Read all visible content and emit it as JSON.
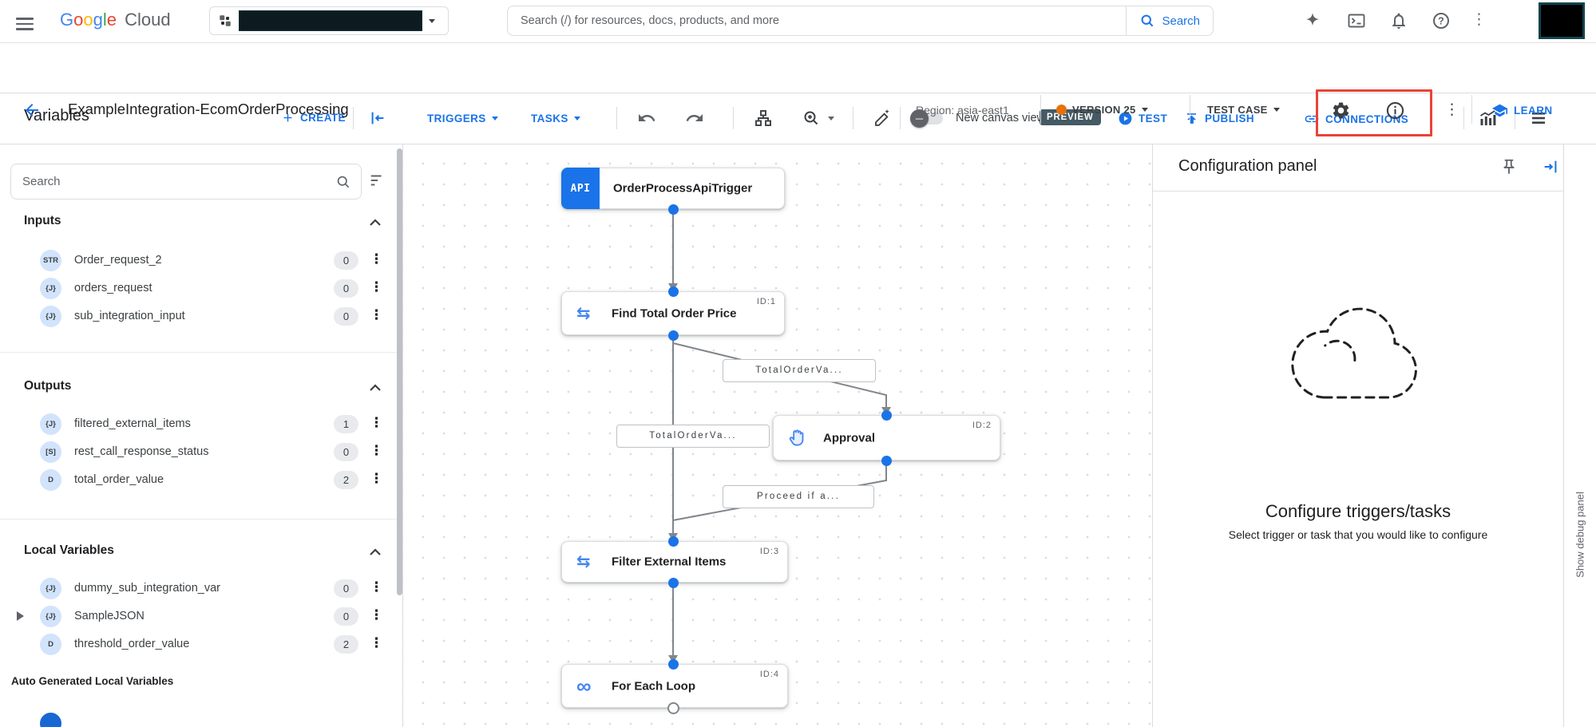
{
  "colors": {
    "primary_blue": "#1a73e8",
    "highlight_red": "#ea4335",
    "version_dot_orange": "#e8710a",
    "preview_badge_bg": "#455a64",
    "node_icon_blue": "#4285f4"
  },
  "app_bar": {
    "logo_google": "Google",
    "logo_cloud": "Cloud",
    "search_placeholder": "Search (/) for resources, docs, products, and more",
    "search_button_label": "Search"
  },
  "header": {
    "title": "ExampleIntegration-EcomOrderProcessing",
    "region_label": "Region: asia-east1",
    "version_label": "VERSION 25",
    "test_case_label": "TEST CASE",
    "learn_label": "LEARN"
  },
  "toolbar": {
    "variables_title": "Variables",
    "create_label": "CREATE",
    "triggers_label": "TRIGGERS",
    "tasks_label": "TASKS",
    "new_canvas_label": "New canvas view",
    "preview_badge": "PREVIEW",
    "test_label": "TEST",
    "publish_label": "PUBLISH",
    "connections_label": "CONNECTIONS"
  },
  "sidebar": {
    "search_placeholder": "Search",
    "sections": [
      {
        "title": "Inputs",
        "items": [
          {
            "badge": "STR",
            "name": "Order_request_2",
            "count": "0"
          },
          {
            "badge": "{J}",
            "name": "orders_request",
            "count": "0"
          },
          {
            "badge": "{J}",
            "name": "sub_integration_input",
            "count": "0"
          }
        ]
      },
      {
        "title": "Outputs",
        "items": [
          {
            "badge": "{J}",
            "name": "filtered_external_items",
            "count": "1"
          },
          {
            "badge": "[S]",
            "name": "rest_call_response_status",
            "count": "0"
          },
          {
            "badge": "D",
            "name": "total_order_value",
            "count": "2"
          }
        ]
      },
      {
        "title": "Local Variables",
        "items": [
          {
            "badge": "{J}",
            "name": "dummy_sub_integration_var",
            "count": "0"
          },
          {
            "badge": "{J}",
            "name": "SampleJSON",
            "count": "0"
          },
          {
            "badge": "D",
            "name": "threshold_order_value",
            "count": "2"
          }
        ]
      }
    ],
    "footer_heading": "Auto Generated Local Variables"
  },
  "canvas": {
    "glyphs": {
      "api": "API",
      "mapping": "⇆",
      "loop": "∞"
    },
    "nodes": [
      {
        "label": "OrderProcessApiTrigger",
        "id_label": ""
      },
      {
        "label": "Find Total Order Price",
        "id_label": "ID:1"
      },
      {
        "label": "Approval",
        "id_label": "ID:2"
      },
      {
        "label": "Filter External Items",
        "id_label": "ID:3"
      },
      {
        "label": "For Each Loop",
        "id_label": "ID:4"
      }
    ],
    "edge_labels": [
      "TotalOrderVa...",
      "TotalOrderVa...",
      "Proceed if a..."
    ]
  },
  "config_panel": {
    "title": "Configuration panel",
    "empty_title": "Configure triggers/tasks",
    "empty_subtitle": "Select trigger or task that you would like to configure"
  },
  "debug_strip": {
    "label": "Show debug panel"
  }
}
